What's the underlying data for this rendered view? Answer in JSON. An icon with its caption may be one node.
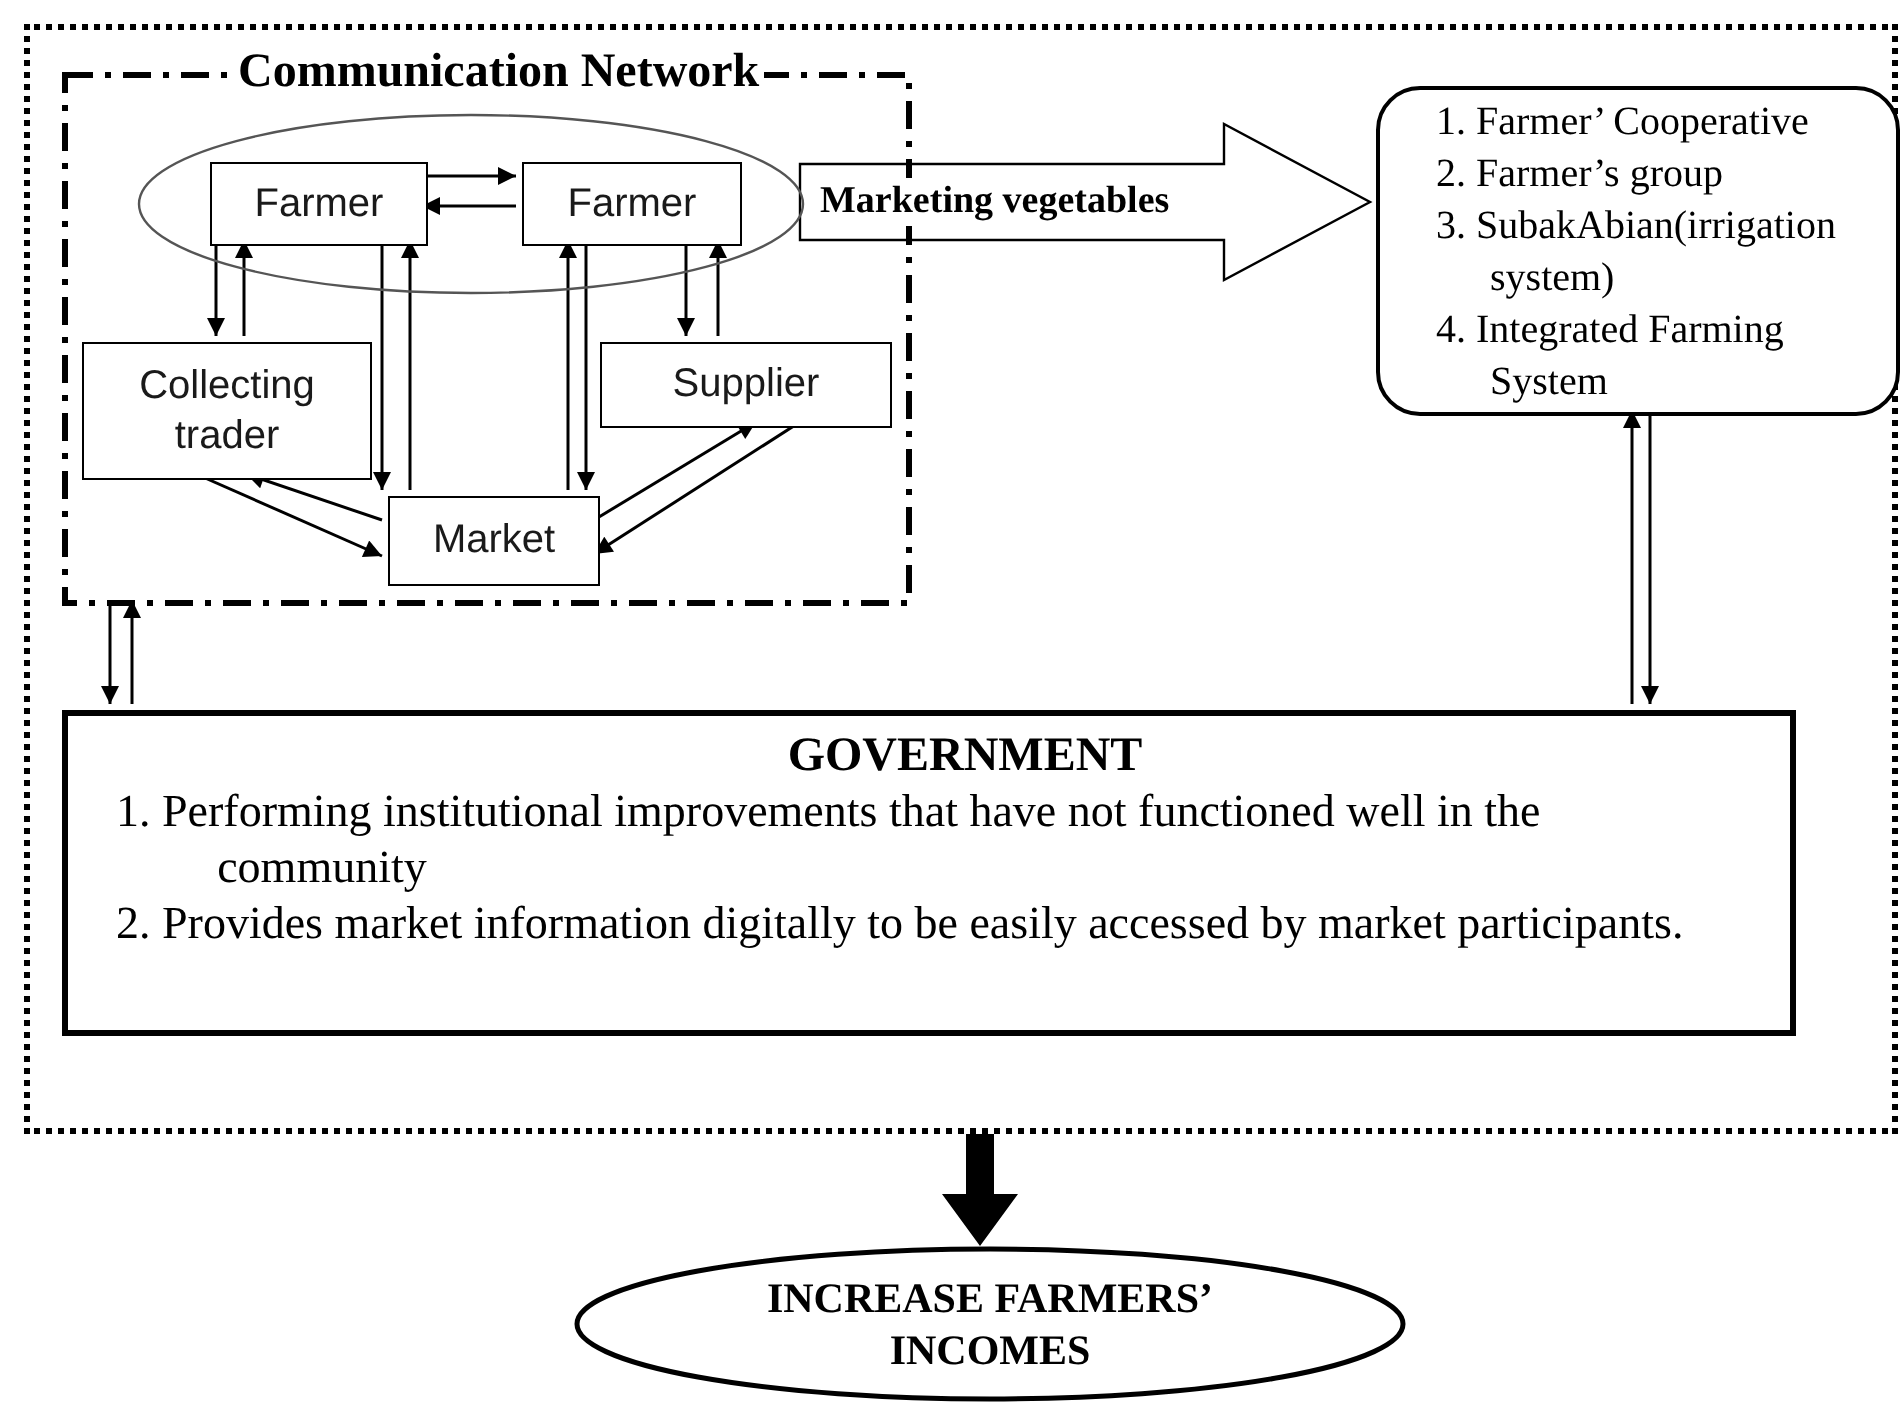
{
  "diagram": {
    "nodes": [
      {
        "text": [],
        "shape": "box"
      },
      {
        "text": [
          "Communication Network"
        ],
        "in": 0
      },
      {
        "text": [],
        "shape": "ellipse",
        "in": 1
      },
      {
        "text": [
          "Farmer"
        ],
        "in": 2
      },
      {
        "text": [
          "Farmer"
        ],
        "in": 2
      },
      {
        "text": [
          "Collecting trader"
        ],
        "in": 1
      },
      {
        "text": [
          "Supplier"
        ],
        "in": 1
      },
      {
        "text": [
          "Market"
        ],
        "in": 1
      },
      {
        "text": [
          "1. Farmer’ Cooperative",
          "2. Farmer’s group",
          "3. SubakAbian(irrigation system)",
          "4. Integrated Farming System"
        ],
        "in": 0
      },
      {
        "text": [
          "GOVERNMENT",
          "1. Performing institutional improvements that have not functioned well in the community",
          "2. Provides market information digitally to be easily accessed by market participants."
        ],
        "in": 0
      },
      {
        "text": [
          "INCREASE FARMERS’ INCOMES"
        ]
      }
    ],
    "edges": [
      {
        "from": 3,
        "to": 4,
        "arrow": "to"
      },
      {
        "from": 4,
        "to": 3,
        "arrow": "to"
      },
      {
        "from": 3,
        "to": 5,
        "arrow": "to"
      },
      {
        "from": 5,
        "to": 3,
        "arrow": "to"
      },
      {
        "from": 3,
        "to": 7,
        "arrow": "to"
      },
      {
        "from": 7,
        "to": 3,
        "arrow": "to"
      },
      {
        "from": 7,
        "to": 4,
        "arrow": "to"
      },
      {
        "from": 4,
        "to": 7,
        "arrow": "to"
      },
      {
        "from": 4,
        "to": 6,
        "arrow": "to"
      },
      {
        "from": 6,
        "to": 4,
        "arrow": "to"
      },
      {
        "from": 5,
        "to": 7,
        "arrow": "to"
      },
      {
        "from": 7,
        "to": 5,
        "arrow": "to"
      },
      {
        "from": 7,
        "to": 6,
        "arrow": "to"
      },
      {
        "from": 6,
        "to": 7,
        "arrow": "to"
      },
      {
        "from": 2,
        "to": 8,
        "arrow": "to",
        "label": "Marketing vegetables",
        "style": "thick"
      },
      {
        "from": 1,
        "to": 9,
        "arrow": "to"
      },
      {
        "from": 9,
        "to": 1,
        "arrow": "to"
      },
      {
        "from": 9,
        "to": 8,
        "arrow": "to"
      },
      {
        "from": 8,
        "to": 9,
        "arrow": "to"
      },
      {
        "from": 0,
        "to": 10,
        "arrow": "to",
        "style": "thick",
        "color": "#000000"
      }
    ]
  }
}
